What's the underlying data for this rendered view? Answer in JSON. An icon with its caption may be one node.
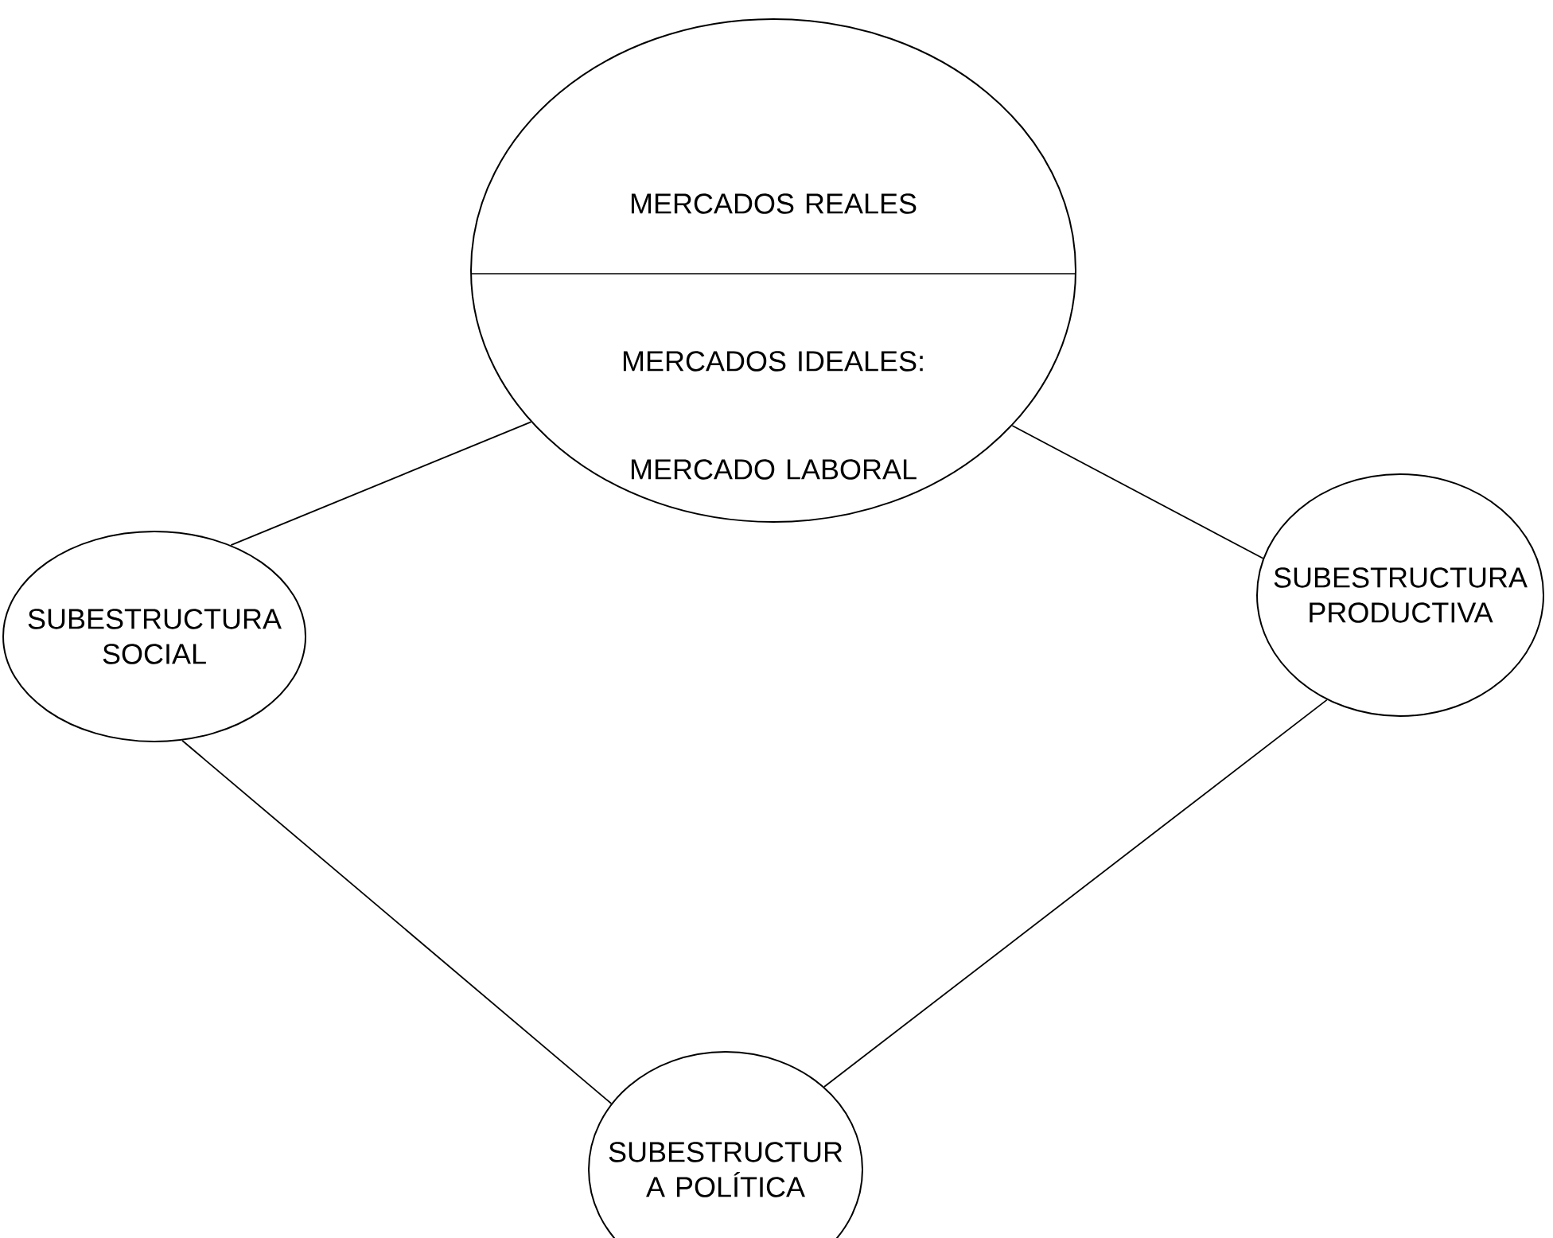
{
  "diagram": {
    "nodes": [
      {
        "text": [
          "MERCADOS REALES",
          "MERCADOS IDEALES:",
          "MERCADO LABORAL"
        ]
      },
      {
        "text": [
          "SUBESTRUCTURA SOCIAL"
        ]
      },
      {
        "text": [
          "SUBESTRUCTURA PRODUCTIVA"
        ]
      },
      {
        "text": [
          "SUBESTRUCTUR A POLÍTICA"
        ]
      }
    ],
    "edges": [
      {
        "from": 0,
        "to": 1,
        "arrow": "none"
      },
      {
        "from": 0,
        "to": 2,
        "arrow": "none"
      },
      {
        "from": 1,
        "to": 3,
        "arrow": "none"
      },
      {
        "from": 2,
        "to": 3,
        "arrow": "none"
      }
    ]
  }
}
